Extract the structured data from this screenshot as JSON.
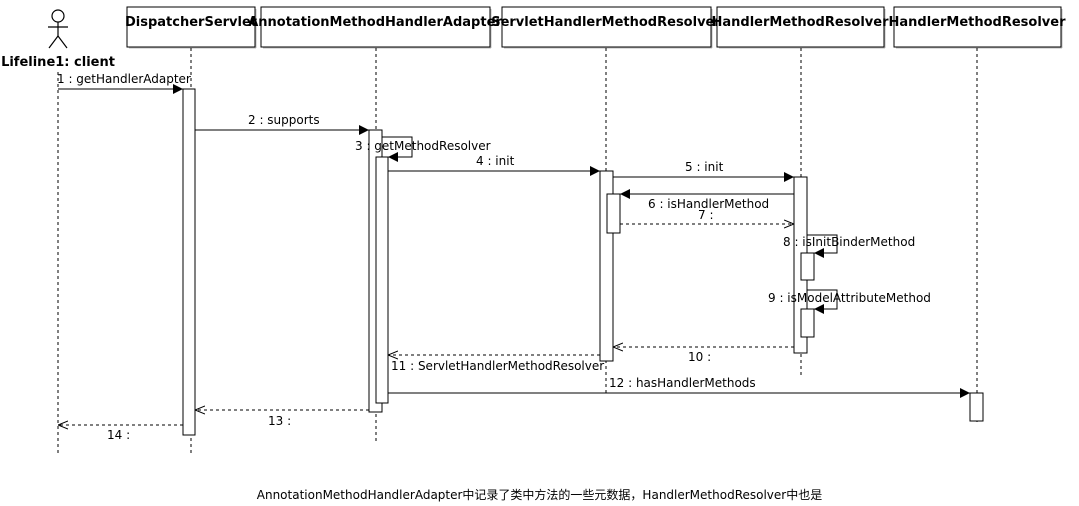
{
  "actor": {
    "label": "Lifeline1: client"
  },
  "lifelines": [
    {
      "id": "dispatcher",
      "label": "DispatcherServlet"
    },
    {
      "id": "adapter",
      "label": "AnnotationMethodHandlerAdapter"
    },
    {
      "id": "servletResolver",
      "label": "ServletHandlerMethodResolver"
    },
    {
      "id": "handlerResolver1",
      "label": "HandlerMethodResolver"
    },
    {
      "id": "handlerResolver2",
      "label": "HandlerMethodResolver"
    }
  ],
  "messages": [
    {
      "label": "1 : getHandlerAdapter",
      "from": "client",
      "to": "dispatcher",
      "type": "call"
    },
    {
      "label": "2 : supports",
      "from": "dispatcher",
      "to": "adapter",
      "type": "call"
    },
    {
      "label": "3 : getMethodResolver",
      "from": "adapter",
      "to": "adapter",
      "type": "self"
    },
    {
      "label": "4 : init",
      "from": "adapter",
      "to": "servletResolver",
      "type": "call"
    },
    {
      "label": "5 : init",
      "from": "servletResolver",
      "to": "handlerResolver1",
      "type": "call"
    },
    {
      "label": "6 : isHandlerMethod",
      "from": "handlerResolver1",
      "to": "servletResolver",
      "type": "call"
    },
    {
      "label": "7 :",
      "from": "servletResolver",
      "to": "handlerResolver1",
      "type": "return"
    },
    {
      "label": "8 : isInitBinderMethod",
      "from": "handlerResolver1",
      "to": "handlerResolver1",
      "type": "self"
    },
    {
      "label": "9 : isModelAttributeMethod",
      "from": "handlerResolver1",
      "to": "handlerResolver1",
      "type": "self"
    },
    {
      "label": "10 :",
      "from": "handlerResolver1",
      "to": "servletResolver",
      "type": "return"
    },
    {
      "label": "11 : ServletHandlerMethodResolver",
      "from": "servletResolver",
      "to": "adapter",
      "type": "return"
    },
    {
      "label": "12 : hasHandlerMethods",
      "from": "adapter",
      "to": "handlerResolver2",
      "type": "call"
    },
    {
      "label": "13 :",
      "from": "adapter",
      "to": "dispatcher",
      "type": "return"
    },
    {
      "label": "14 :",
      "from": "dispatcher",
      "to": "client",
      "type": "return"
    }
  ],
  "caption": "AnnotationMethodHandlerAdapter中记录了类中方法的一些元数据，HandlerMethodResolver中也是"
}
